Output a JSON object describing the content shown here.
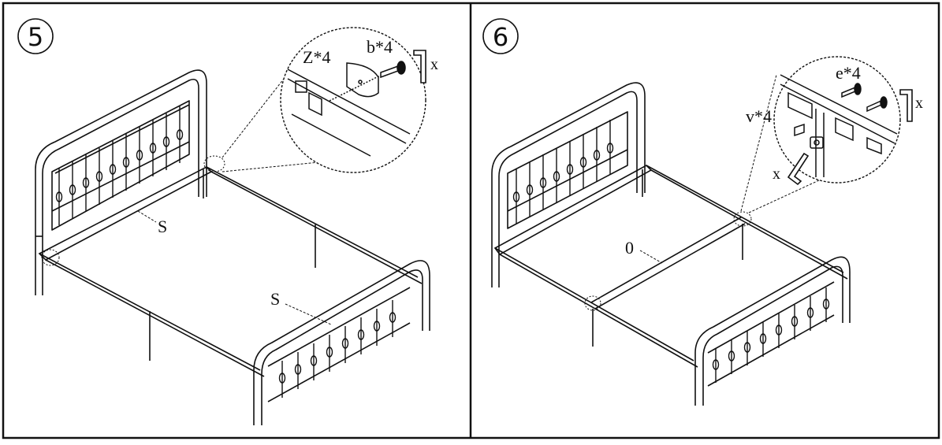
{
  "panels": [
    {
      "step": "5",
      "callout_labels": {
        "plate": "Z*4",
        "bolt": "b*4",
        "tool": "x"
      },
      "frame_labels": {
        "side_rail": "S",
        "end_rail": "S"
      }
    },
    {
      "step": "6",
      "callout_labels": {
        "bolt_top": "e*4",
        "bolt_side": "v*4",
        "tool_right": "x",
        "tool_left": "x"
      },
      "frame_labels": {
        "center_rail": "0"
      }
    }
  ],
  "colors": {
    "ink": "#111111",
    "background": "#ffffff"
  }
}
